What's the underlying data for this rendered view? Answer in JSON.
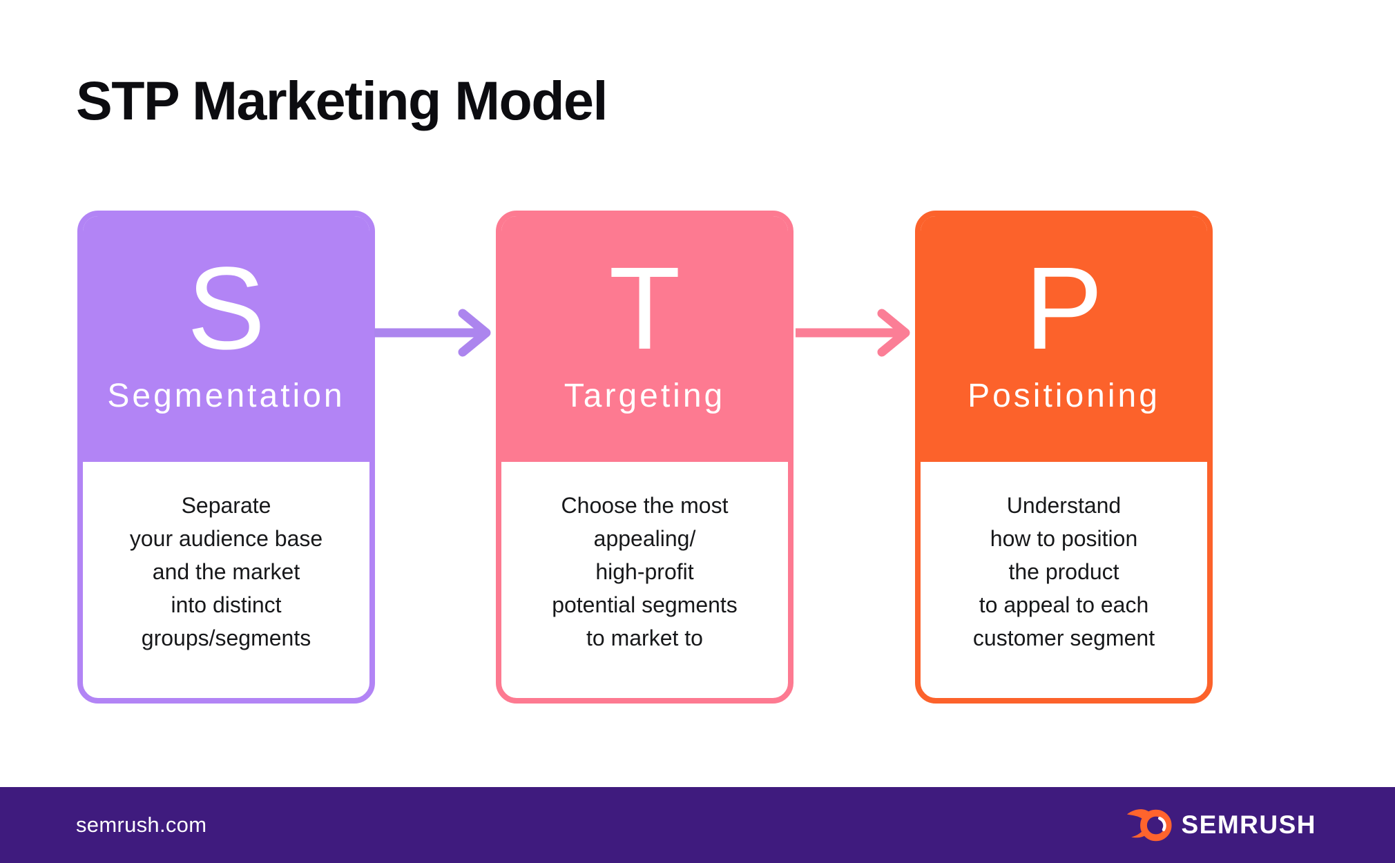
{
  "page": {
    "title": "STP Marketing Model",
    "background_color": "#FFFFFF",
    "title_color": "#0C0C10",
    "body_text_color": "#17181A"
  },
  "cards": [
    {
      "letter": "S",
      "label": "Segmentation",
      "color": "#B284F5",
      "description": "Separate\nyour audience base\nand the market\ninto distinct\ngroups/segments"
    },
    {
      "letter": "T",
      "label": "Targeting",
      "color": "#FD7A91",
      "description": "Choose the most\nappealing/\nhigh-profit\npotential segments\nto market to"
    },
    {
      "letter": "P",
      "label": "Positioning",
      "color": "#FC622B",
      "description": "Understand\nhow to position\nthe product\nto appeal to each\ncustomer segment"
    }
  ],
  "arrows": [
    {
      "name": "segmentation-to-targeting",
      "direction": "right",
      "color": "#AC85EE"
    },
    {
      "name": "targeting-to-positioning",
      "direction": "right",
      "color": "#FB7E96"
    }
  ],
  "footer": {
    "background_color": "#3F1B7E",
    "website": "semrush.com",
    "brand_name": "SEMRUSH",
    "brand_icon": "semrush-flame-icon",
    "brand_icon_color": "#FF642D",
    "text_color": "#FFFFFF"
  }
}
